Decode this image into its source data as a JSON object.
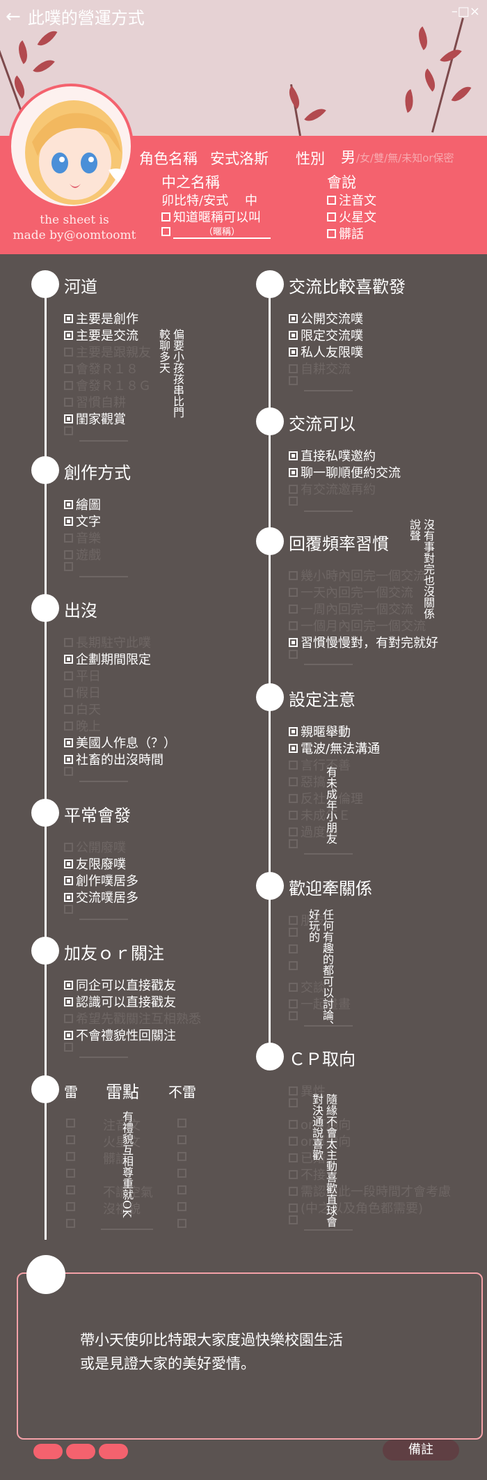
{
  "app": {
    "title": "此噗的營運方式",
    "window_controls": "–□×"
  },
  "colors": {
    "accent": "#f4626e",
    "background": "#5b5351",
    "header": "#e6d2d4"
  },
  "profile": {
    "name_label": "角色名稱",
    "name_value": "安式洛斯",
    "gender_label": "性別",
    "gender_selected": "男",
    "gender_options": [
      "/女/雙/無/未知or保密"
    ],
    "nickname_label": "中之名稱",
    "nickname_value": "卯比特/安式",
    "nickname_suffix": "中",
    "nickname_option": "知道暱稱可以叫",
    "nickname_blank": "（暱稱）",
    "lang_label": "會說",
    "lang_options": [
      "注音文",
      "火星文",
      "髒話"
    ],
    "credit": [
      "the sheet is",
      "made by@oomtoomt"
    ]
  },
  "left": {
    "river": {
      "title": "河道",
      "options": [
        {
          "text": "主要是創作",
          "on": true
        },
        {
          "text": "主要是交流",
          "on": true
        },
        {
          "text": "主要是跟親友",
          "on": false
        },
        {
          "text": "會發Ｒ１８",
          "on": false
        },
        {
          "text": "會發Ｒ１８Ｇ",
          "on": false
        },
        {
          "text": "習慣自耕",
          "on": false
        },
        {
          "text": "閨家觀賞",
          "on": true
        }
      ],
      "note": "偏要小孩孩串比門較聊多天"
    },
    "create": {
      "title": "創作方式",
      "options": [
        {
          "text": "繪圖",
          "on": true
        },
        {
          "text": "文字",
          "on": true
        },
        {
          "text": "音樂",
          "on": false
        },
        {
          "text": "遊戲",
          "on": false
        }
      ]
    },
    "appear": {
      "title": "出沒",
      "options": [
        {
          "text": "長期駐守此噗",
          "on": false
        },
        {
          "text": "企劃期間限定",
          "on": true
        },
        {
          "text": "平日",
          "on": false
        },
        {
          "text": "假日",
          "on": false
        },
        {
          "text": "白天",
          "on": false
        },
        {
          "text": "晚上",
          "on": false
        },
        {
          "text": "美國人作息（？）",
          "on": true
        },
        {
          "text": "社畜的出沒時間",
          "on": true
        }
      ]
    },
    "usual": {
      "title": "平常會發",
      "options": [
        {
          "text": "公開廢噗",
          "on": false
        },
        {
          "text": "友限廢噗",
          "on": true
        },
        {
          "text": "創作噗居多",
          "on": true
        },
        {
          "text": "交流噗居多",
          "on": true
        }
      ]
    },
    "friend": {
      "title": "加友ｏｒ關注",
      "options": [
        {
          "text": "同企可以直接戳友",
          "on": true
        },
        {
          "text": "認識可以直接戳友",
          "on": true
        },
        {
          "text": "希望先戳關注互相熟悉",
          "on": false
        },
        {
          "text": "不會禮貌性回關注",
          "on": true
        }
      ]
    },
    "mine": {
      "title_left": "雷",
      "title_mid": "雷點",
      "title_right": "不雷",
      "items": [
        "注音文",
        "火星文",
        "髒話",
        "",
        "不讀空氣",
        "沒禮貌"
      ],
      "note": "有禮貌互相尊重就OK"
    }
  },
  "right": {
    "exchange": {
      "title": "交流比較喜歡發",
      "options": [
        {
          "text": "公開交流噗",
          "on": true
        },
        {
          "text": "限定交流噗",
          "on": true
        },
        {
          "text": "私人友限噗",
          "on": true
        },
        {
          "text": "自耕交流",
          "on": false
        }
      ]
    },
    "canex": {
      "title": "交流可以",
      "options": [
        {
          "text": "直接私噗邀約",
          "on": true
        },
        {
          "text": "聊一聊順便約交流",
          "on": true
        },
        {
          "text": "有交流邀再約",
          "on": false
        }
      ]
    },
    "reply": {
      "title": "回覆頻率習慣",
      "options": [
        {
          "text": "幾小時內回完一個交流",
          "on": false
        },
        {
          "text": "一天內回完一個交流",
          "on": false
        },
        {
          "text": "一周內回完一個交流",
          "on": false
        },
        {
          "text": "一個月內回完一個交流",
          "on": false
        },
        {
          "text": "習慣慢慢對，有對完就好",
          "on": true
        }
      ],
      "note": "沒有事對完也沒關係說聲"
    },
    "setting": {
      "title": "設定注意",
      "options": [
        {
          "text": "親暱舉動",
          "on": true
        },
        {
          "text": "電波/無法溝通",
          "on": true
        },
        {
          "text": "言行不善",
          "on": false
        },
        {
          "text": "惡搞",
          "on": false
        },
        {
          "text": "反社會倫理",
          "on": false
        },
        {
          "text": "未成年Ｅ",
          "on": false
        },
        {
          "text": "過度劇",
          "on": false
        }
      ],
      "note": "有未成年小朋友"
    },
    "welcome": {
      "title": "歡迎牽關係",
      "options": [
        {
          "text": "朋友",
          "on": false
        },
        {
          "text": "",
          "on": false
        },
        {
          "text": "",
          "on": false
        },
        {
          "text": "",
          "on": false
        },
        {
          "text": "交談",
          "on": false
        },
        {
          "text": "一起畫畫",
          "on": false
        }
      ],
      "note": "任何有趣的都可以討論、好玩的"
    },
    "cp": {
      "title": "ＣＰ取向",
      "options": [
        {
          "text": "異性",
          "on": false
        },
        {
          "text": "",
          "on": false
        },
        {
          "text": "or打炮向",
          "on": false
        },
        {
          "text": "or單戀向",
          "on": false
        },
        {
          "text": "已婚",
          "on": false
        },
        {
          "text": "不接",
          "on": false
        },
        {
          "text": "需認識此一段時間才會考慮",
          "on": false
        },
        {
          "text": "(中之以及角色都需要)",
          "on": false
        }
      ],
      "note": "隨緣不會太主動喜歡直球會對決通說喜歡"
    }
  },
  "note": {
    "line1": "帶小天使卯比特跟大家度過快樂校園生活",
    "line2": "或是見證大家的美好愛情。"
  },
  "footer": {
    "remark": "備註"
  }
}
